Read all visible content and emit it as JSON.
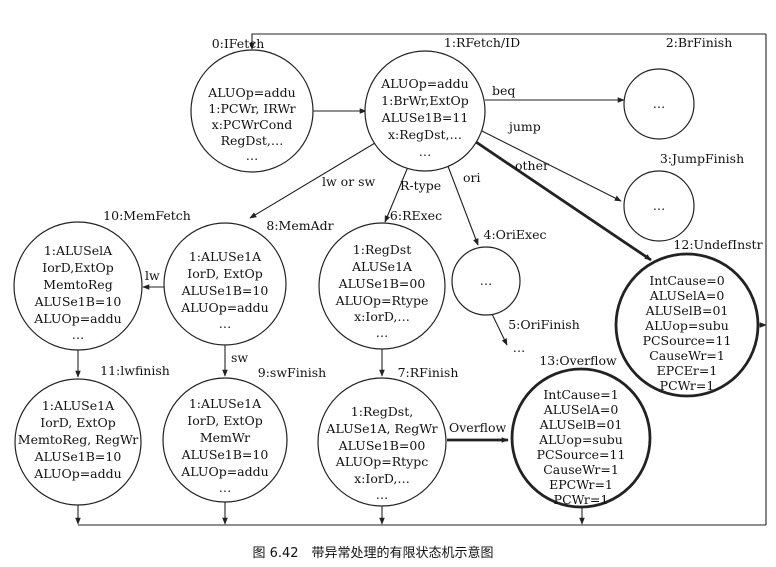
{
  "states": [
    {
      "id": "ifetch",
      "title": "0:IFetch",
      "lines": [
        "ALUOp=addu",
        "1:PCWr, IRWr",
        "x:PCWrCond",
        "RegDst,…",
        "…"
      ]
    },
    {
      "id": "rfetch",
      "title": "1:RFetch/ID",
      "lines": [
        "ALUOp=addu",
        "1:BrWr,ExtOp",
        "ALUSe1B=11",
        "x:RegDst,…",
        "…"
      ]
    },
    {
      "id": "brfinish",
      "title": "2:BrFinish",
      "lines": [
        "…"
      ]
    },
    {
      "id": "jumpfinish",
      "title": "3:JumpFinish",
      "lines": [
        "…"
      ]
    },
    {
      "id": "oriexec",
      "title": "4:OriExec",
      "lines": [
        "…"
      ]
    },
    {
      "id": "orifinish",
      "title": "5:OriFinish",
      "lines": [
        "…"
      ]
    },
    {
      "id": "rexec",
      "title": "6:RExec",
      "lines": [
        "1:RegDst",
        "ALUSe1A",
        "ALUSe1B=00",
        "ALUOp=Rtype",
        "x:IorD,…",
        "…"
      ]
    },
    {
      "id": "rfinish",
      "title": "7:RFinish",
      "lines": [
        "1:RegDst,",
        "ALUSe1A, RegWr",
        "ALUSe1B=00",
        "ALUOp=Rtypc",
        "x:IorD,…",
        "…"
      ]
    },
    {
      "id": "memadr",
      "title": "8:MemAdr",
      "lines": [
        "1:ALUSe1A",
        "IorD, ExtOp",
        "ALUSe1B=10",
        "ALUOp=addu",
        "…"
      ]
    },
    {
      "id": "swfinish",
      "title": "9:swFinish",
      "lines": [
        "1:ALUSe1A",
        "IorD, ExtOp",
        "MemWr",
        "ALUSe1B=10",
        "ALUOp=addu",
        "…"
      ]
    },
    {
      "id": "memfetch",
      "title": "10:MemFetch",
      "lines": [
        "1:ALUSelA",
        "IorD,ExtOp",
        "MemtoReg",
        "ALUSe1B=10",
        "ALUOp=addu",
        "…"
      ]
    },
    {
      "id": "lwfinish",
      "title": "11:lwfinish",
      "lines": [
        "1:ALUSe1A",
        "IorD, ExtOp",
        "MemtoReg, RegWr",
        "ALUSe1B=10",
        "ALUOp=addu"
      ]
    },
    {
      "id": "undefinstr",
      "title": "12:UndefInstr",
      "lines": [
        "IntCause=0",
        "ALUSelA=0",
        "ALUSelB=01",
        "ALUop=subu",
        "PCSource=11",
        "CauseWr=1",
        "EPCEr=1",
        "PCWr=1"
      ]
    },
    {
      "id": "overflow",
      "title": "13:Overflow",
      "lines": [
        "IntCause=1",
        "ALUSelA=0",
        "ALUSelB=01",
        "ALUop=subu",
        "PCSource=11",
        "CauseWr=1",
        "EPCWr=1",
        "PCWr=1"
      ]
    }
  ],
  "transitions": {
    "beq": "beq",
    "jump": "jump",
    "other": "other",
    "lw_or_sw": "lw or sw",
    "rtype": "R-type",
    "ori": "ori",
    "lw": "lw",
    "sw": "sw",
    "overflow": "Overflow",
    "ori_continue": "…"
  },
  "caption": "图 6.42　带异常处理的有限状态机示意图"
}
